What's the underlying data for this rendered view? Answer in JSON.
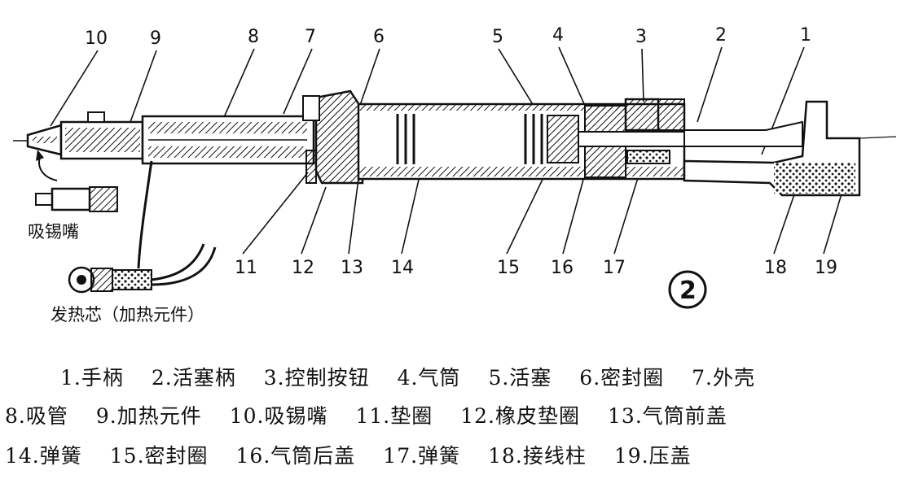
{
  "callouts": [
    "1",
    "2",
    "3",
    "4",
    "5",
    "6",
    "7",
    "8",
    "9",
    "10",
    "11",
    "12",
    "13",
    "14",
    "15",
    "16",
    "17",
    "18",
    "19"
  ],
  "captions": {
    "tip": "吸锡嘴",
    "heater": "发热芯（加热元件）"
  },
  "figure_number": "2",
  "legend": {
    "row1": [
      "1.手柄",
      "2.活塞柄",
      "3.控制按钮",
      "4.气筒",
      "5.活塞",
      "6.密封圈",
      "7.外壳"
    ],
    "row2": [
      "8.吸管",
      "9.加热元件",
      "10.吸锡嘴",
      "11.垫圈",
      "12.橡皮垫圈",
      "13.气筒前盖"
    ],
    "row3": [
      "14.弹簧",
      "15.密封圈",
      "16.气筒后盖",
      "17.弹簧",
      "18.接线柱",
      "19.压盖"
    ]
  }
}
